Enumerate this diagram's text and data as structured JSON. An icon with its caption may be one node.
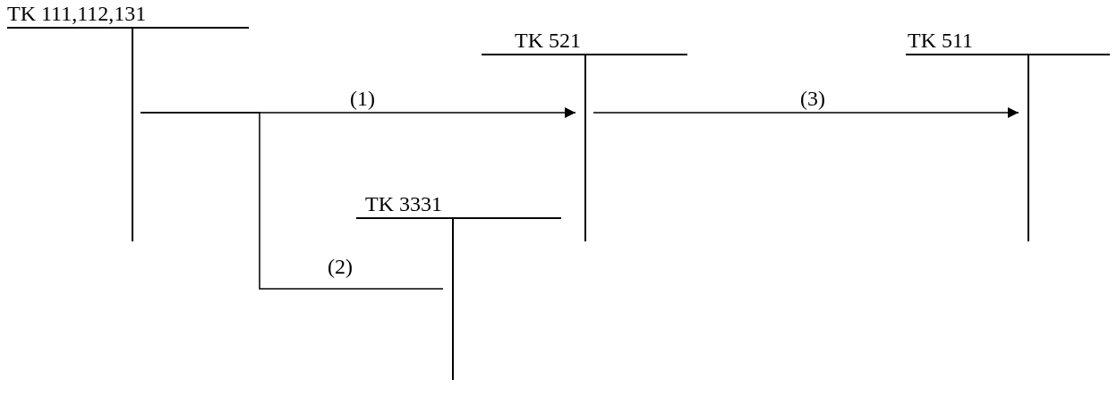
{
  "diagram": {
    "nodes": [
      {
        "text": [
          "TK 111,112,131"
        ]
      },
      {
        "text": [
          "TK 521"
        ]
      },
      {
        "text": [
          "TK 511"
        ]
      },
      {
        "text": [
          "TK 3331"
        ]
      }
    ],
    "edges": [
      {
        "from": 0,
        "to": 1,
        "arrow": "to",
        "label": "(1)"
      },
      {
        "from": 0,
        "to": 3,
        "arrow": "none",
        "label": "(2)"
      },
      {
        "from": 1,
        "to": 2,
        "arrow": "to",
        "label": "(3)"
      }
    ]
  }
}
